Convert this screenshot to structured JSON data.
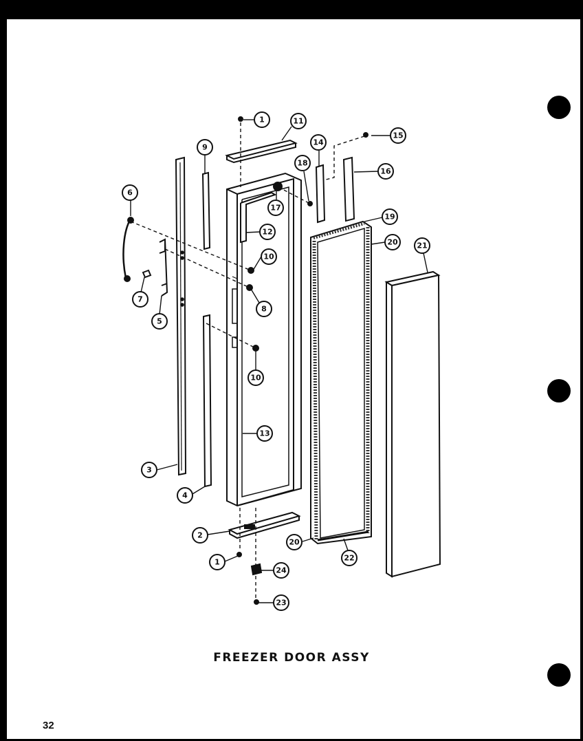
{
  "title": "FREEZER DOOR ASSY",
  "page_number": "32",
  "callouts": [
    "1",
    "11",
    "15",
    "14",
    "9",
    "18",
    "16",
    "6",
    "17",
    "12",
    "19",
    "20",
    "21",
    "10",
    "7",
    "8",
    "5",
    "10",
    "13",
    "3",
    "4",
    "2",
    "20",
    "22",
    "1",
    "24",
    "23"
  ]
}
